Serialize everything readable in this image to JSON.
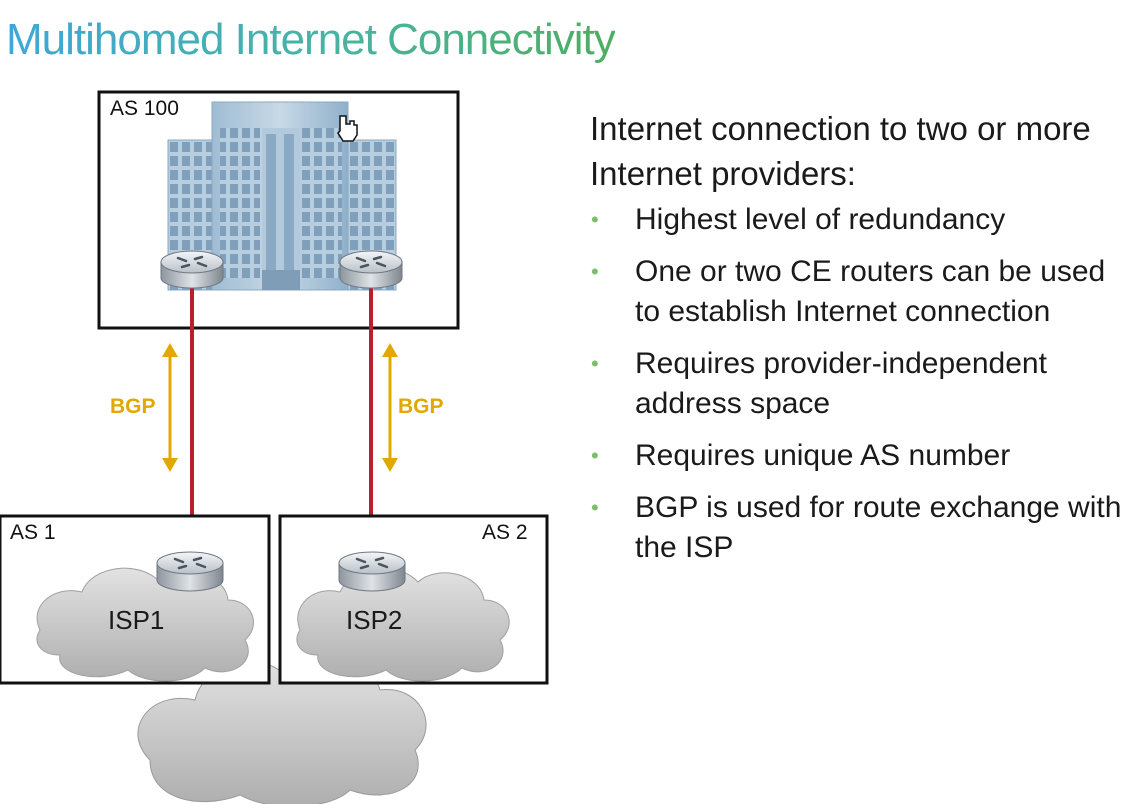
{
  "slide": {
    "title": "Multihomed Internet Connectivity"
  },
  "diagram": {
    "as_main": "AS 100",
    "as_left": "AS 1",
    "as_right": "AS 2",
    "isp_left": "ISP1",
    "isp_right": "ISP2",
    "bgp_left": "BGP",
    "bgp_right": "BGP",
    "colors": {
      "link": "#b8202e",
      "bgp_arrow": "#e0a800",
      "cloud": "#c4c4c4",
      "building": "#a8c4da"
    }
  },
  "text": {
    "intro": "Internet connection to two or more Internet providers:",
    "bullet_marker": "•",
    "bullets": [
      "Highest level of redundancy",
      "One or two CE routers can be used to establish Internet connection",
      "Requires provider-independent address space",
      "Requires unique AS number",
      "BGP is used for route exchange with the ISP"
    ]
  }
}
